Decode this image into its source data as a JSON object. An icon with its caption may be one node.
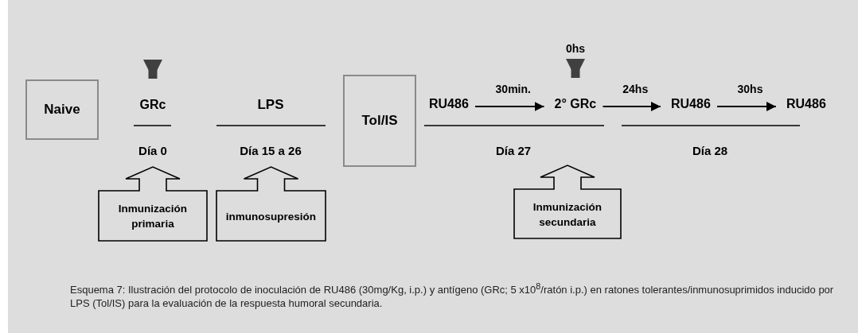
{
  "diagram": {
    "caption": "Esquema 7: Ilustración del protocolo de inoculación de RU486 (30mg/Kg, i.p.) y antígeno (GRc; 5 x10$^{8}$/ratón i.p.) en ratones tolerantes/inmunosuprimidos inducido por LPS (Tol/IS) para la evaluación de la respuesta humoral secundaria.",
    "nodes": [
      {
        "text": [
          "Naive"
        ]
      },
      {
        "text": [
          "GRc"
        ]
      },
      {
        "text": [
          "Tol/IS"
        ]
      },
      {
        "text": [
          "RU486"
        ]
      },
      {
        "text": [
          "2° GRc"
        ]
      },
      {
        "text": [
          "RU486"
        ]
      },
      {
        "text": [
          "RU486"
        ]
      },
      {
        "text": [
          "Inmunización primaria"
        ]
      },
      {
        "text": [
          "inmunosupresión"
        ]
      },
      {
        "text": [
          "Inmunización secundaria"
        ]
      }
    ],
    "edges": [
      {
        "from": null,
        "to": 1,
        "arrow": "to",
        "style": "thick",
        "color": "#404040"
      },
      {
        "from": null,
        "to": 4,
        "arrow": "to",
        "style": "thick",
        "color": "#404040",
        "label": "0hs"
      },
      {
        "from": 3,
        "to": 4,
        "arrow": "to",
        "label": "30min."
      },
      {
        "from": 4,
        "to": 5,
        "arrow": "to",
        "label": "24hs"
      },
      {
        "from": 5,
        "to": 6,
        "arrow": "to",
        "label": "30hs"
      }
    ],
    "labels": [
      "LPS",
      "Día 0",
      "Día 15 a 26",
      "Día 27",
      "Día 28"
    ]
  }
}
